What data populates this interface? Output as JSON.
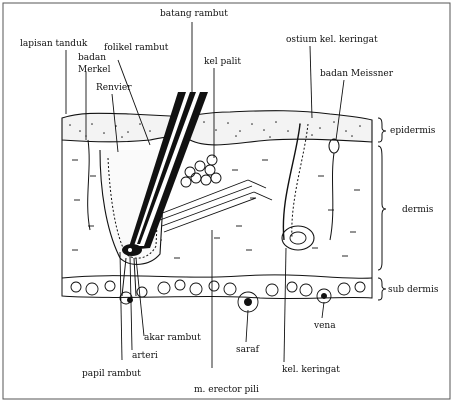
{
  "labels": {
    "lapisan_tanduk": "lapisan tanduk",
    "batang_rambut": "batang rambut",
    "folikel_rambut": "folikel rambut",
    "badan_merkel_line1": "badan",
    "badan_merkel_line2": "Merkel",
    "renvier": "Renvier",
    "kel_palit": "kel palit",
    "ostium": "ostium kel. keringat",
    "badan_meissner": "badan Meissner",
    "epidermis": "epidermis",
    "dermis": "dermis",
    "sub_dermis": "sub dermis",
    "akar_rambut": "akar rambut",
    "arteri": "arteri",
    "papil_rambut": "papil rambut",
    "saraf": "saraf",
    "kel_keringat": "kel. keringat",
    "vena": "vena",
    "m_erector_pili": "m. erector pili"
  },
  "colors": {
    "ink": "#111111",
    "paper": "#ffffff"
  }
}
